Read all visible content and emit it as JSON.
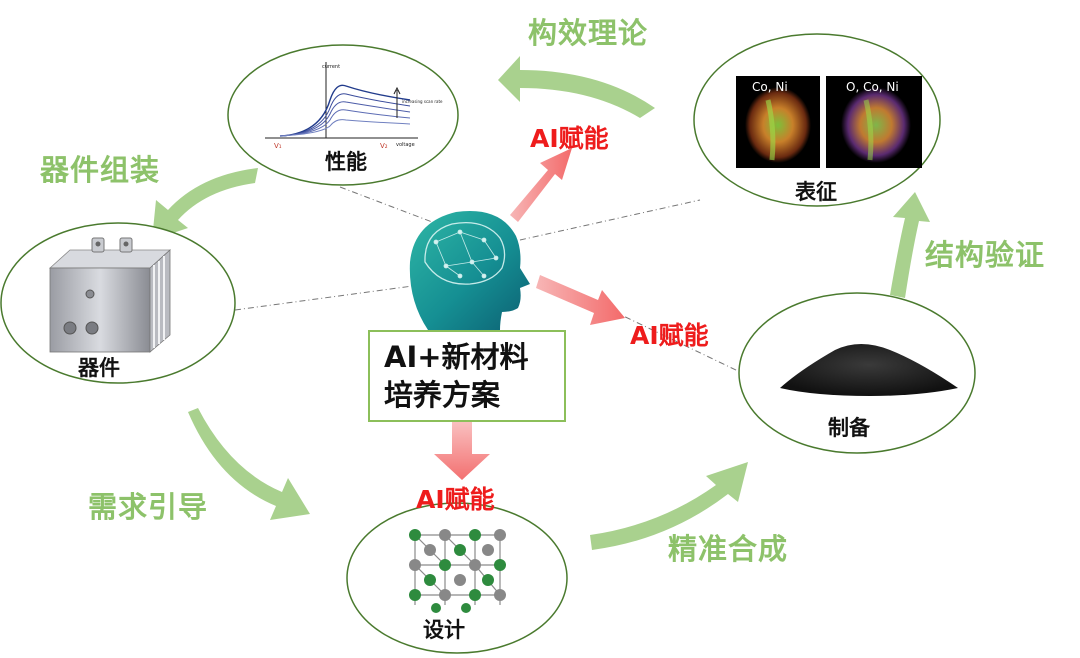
{
  "center": {
    "line1": "AI+新材料",
    "line2": "培养方案"
  },
  "nodes": {
    "performance": "性能",
    "characterization": "表征",
    "device": "器件",
    "preparation": "制备",
    "design": "设计"
  },
  "cycle_labels": {
    "structure_theory": "构效理论",
    "device_assembly": "器件组装",
    "structure_verification": "结构验证",
    "demand_guidance": "需求引导",
    "precise_synthesis": "精准合成"
  },
  "ai_labels": {
    "top": "AI赋能",
    "right": "AI赋能",
    "bottom": "AI赋能"
  },
  "graph_text": {
    "ylabel": "current",
    "xlabel": "voltage",
    "v1": "V₁",
    "v2": "V₂",
    "annotation": "increasing scan rate"
  },
  "map_labels": {
    "left": "Co, Ni",
    "right": "O, Co, Ni"
  },
  "colors": {
    "green": "#8dc26a",
    "red": "#ee1c1c",
    "teal": "#1f9c9a",
    "box_border": "#8cbf5a"
  }
}
